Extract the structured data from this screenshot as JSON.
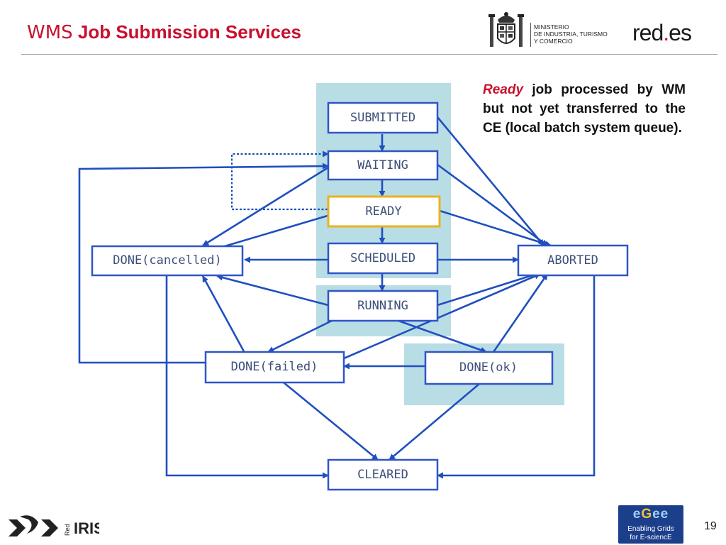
{
  "header": {
    "title_prefix": "WMS",
    "title_main": "Job Submission Services",
    "ministry_lines": [
      "MINISTERIO",
      "DE INDUSTRIA, TURISMO",
      "Y COMERCIO"
    ],
    "logo_red": "red",
    "logo_dot": ".",
    "logo_es": "es"
  },
  "diagram": {
    "states": {
      "submitted": "SUBMITTED",
      "waiting": "WAITING",
      "ready": "READY",
      "scheduled": "SCHEDULED",
      "running": "RUNNING",
      "done_cancelled": "DONE(cancelled)",
      "aborted": "ABORTED",
      "done_failed": "DONE(failed)",
      "done_ok": "DONE(ok)",
      "cleared": "CLEARED"
    },
    "colors": {
      "arrow": "#1f4fbf",
      "panel": "#b9dde4",
      "box_border": "#2f55c8",
      "box_text": "#3d4f7a",
      "highlight": "#e8b21f"
    }
  },
  "note": {
    "keyword": "Ready",
    "text": " job processed by WM but not yet transferred to the CE (local batch system queue)."
  },
  "footer": {
    "rediris_red": "Red",
    "rediris_iris": "IRIS",
    "egee_logo_e1": "e",
    "egee_logo_g": "G",
    "egee_logo_ee": "ee",
    "egee_line1": "Enabling Grids",
    "egee_line2": "for E-sciencE",
    "page_number": "19"
  }
}
